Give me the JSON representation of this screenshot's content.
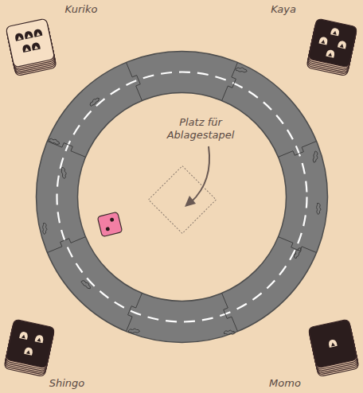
{
  "diagram": {
    "labels": [
      "Kuriko",
      "Kaya",
      "Platz für Ablagestapel",
      "Shingo",
      "Momo"
    ]
  }
}
